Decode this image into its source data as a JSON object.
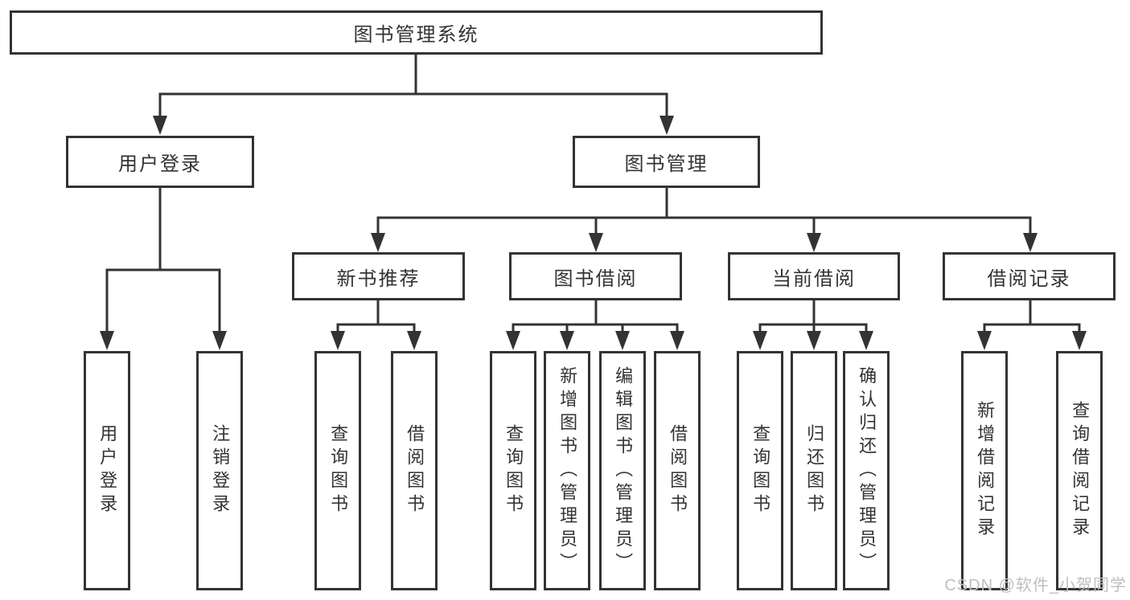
{
  "colors": {
    "line": "#333333",
    "text": "#333333",
    "box_background": "#ffffff",
    "watermark": "#bfbfbf"
  },
  "tree": {
    "label": "图书管理系统",
    "children": [
      {
        "label": "用户登录",
        "children": [
          {
            "label": "用户登录"
          },
          {
            "label": "注销登录"
          }
        ]
      },
      {
        "label": "图书管理",
        "children": [
          {
            "label": "新书推荐",
            "children": [
              {
                "label": "查询图书"
              },
              {
                "label": "借阅图书"
              }
            ]
          },
          {
            "label": "图书借阅",
            "children": [
              {
                "label": "查询图书"
              },
              {
                "label": "新增图书（管理员）"
              },
              {
                "label": "编辑图书（管理员）"
              },
              {
                "label": "借阅图书"
              }
            ]
          },
          {
            "label": "当前借阅",
            "children": [
              {
                "label": "查询图书"
              },
              {
                "label": "归还图书"
              },
              {
                "label": "确认归还（管理员）"
              }
            ]
          },
          {
            "label": "借阅记录",
            "children": [
              {
                "label": "新增借阅记录"
              },
              {
                "label": "查询借阅记录"
              }
            ]
          }
        ]
      }
    ]
  },
  "watermark": {
    "text": "CSDN @软件_小贺同学"
  }
}
